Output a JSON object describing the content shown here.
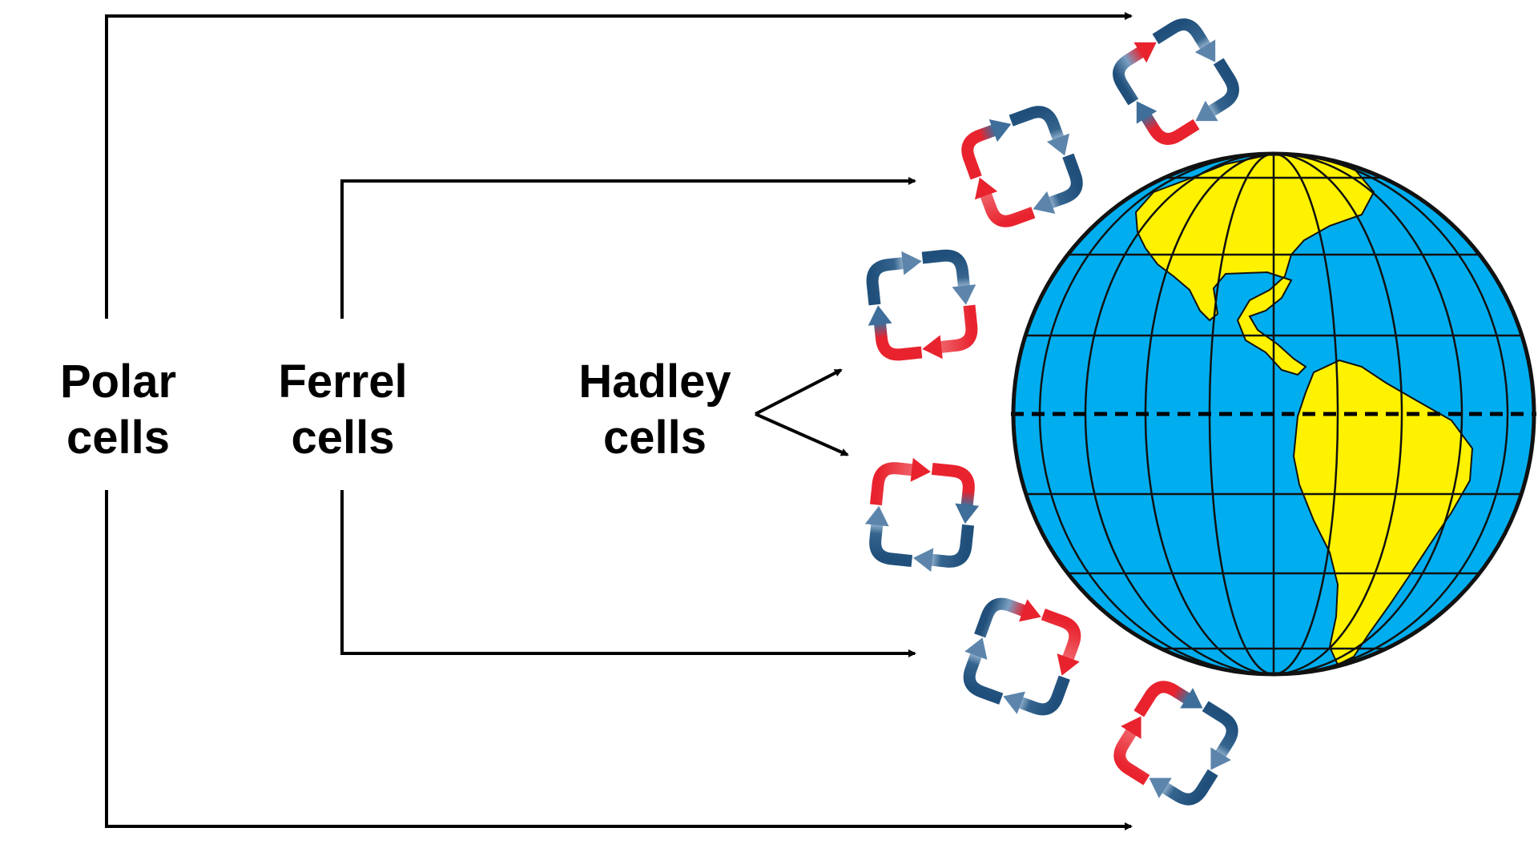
{
  "labels": {
    "polar": {
      "line1": "Polar",
      "line2": "cells"
    },
    "ferrel": {
      "line1": "Ferrel",
      "line2": "cells"
    },
    "hadley": {
      "line1": "Hadley",
      "line2": "cells"
    }
  },
  "colors": {
    "ocean": "#00aeef",
    "land": "#fff200",
    "grid": "#111111",
    "warm_arrow": "#e8232e",
    "cool_arrow": "#1f4f7a",
    "bracket": "#000000",
    "equator": "#000000"
  },
  "icons": {
    "cell_arrow": "curved-arrow-icon",
    "bracket_arrow": "arrowhead-icon"
  }
}
